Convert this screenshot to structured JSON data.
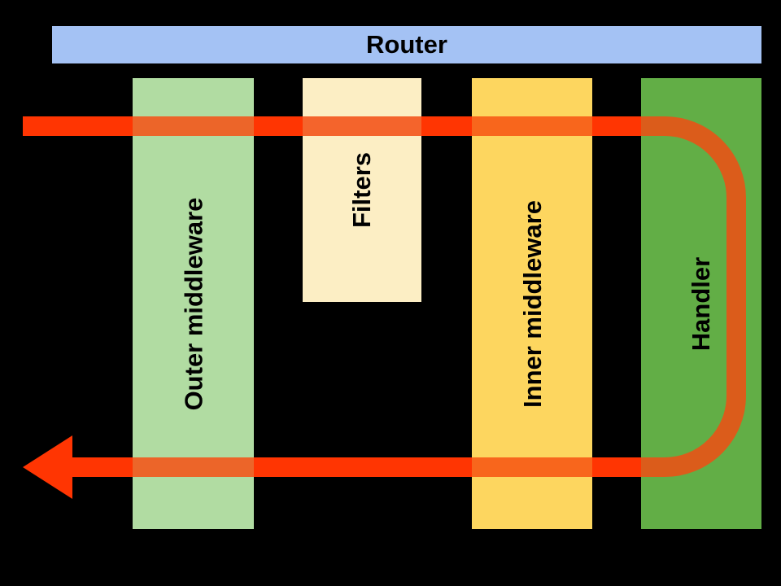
{
  "diagram": {
    "router": {
      "label": "Router"
    },
    "columns": [
      {
        "id": "outer-middleware",
        "label": "Outer middleware"
      },
      {
        "id": "filters",
        "label": "Filters"
      },
      {
        "id": "inner-middleware",
        "label": "Inner middleware"
      },
      {
        "id": "handler",
        "label": "Handler"
      }
    ],
    "arrow": {
      "description": "request-response-flow-arrow",
      "head": "left-arrowhead"
    },
    "colors": {
      "background": "#000000",
      "router_fill": "#A4C2F4",
      "label_text": "#000000",
      "col_outer": "#B1DCA2",
      "col_filters": "#FCEEC4",
      "col_inner": "#FDD65F",
      "col_handler": "#62AE46",
      "arrow_gap": "#FF3502",
      "arrow_over_outer": "#EC6529",
      "arrow_over_filters": "#F4642C",
      "arrow_over_inner": "#F8661C",
      "arrow_over_handler": "#DB5C1B"
    }
  }
}
